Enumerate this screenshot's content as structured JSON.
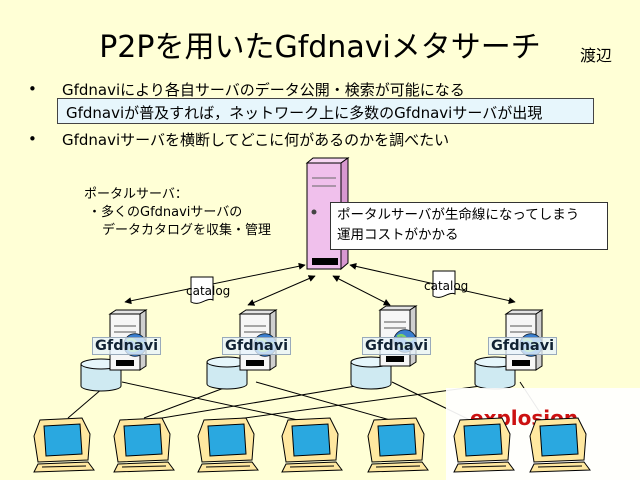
{
  "title": "P2Pを用いたGfdnaviメタサーチ",
  "author": "渡辺",
  "bullets": {
    "symbol": "•",
    "item1": "Gfdnaviにより各自サーバのデータ公開・検索が可能になる",
    "highlight": "Gfdnaviが普及すれば，ネットワーク上に多数のGfdnaviサーバが出現",
    "item2": "Gfdnaviサーバを横断してどこに何があるのかを調べたい"
  },
  "portal_description": {
    "heading": "ポータルサーバ：",
    "line1": "・多くのGfdnaviサーバの",
    "line2": "データカタログを収集・管理"
  },
  "callout": {
    "line1": "ポータルサーバが生命線になってしまう",
    "line2": "運用コストがかかる"
  },
  "catalog_label": "catalog",
  "gfdnavi_label": "Gfdnavi",
  "logo_text": "explosion",
  "colors": {
    "background": "#ffffd6",
    "highlight_box": "#e7f6fc",
    "portal_server": "#f0c0ec",
    "gfdnavi_server": "#f6f6f6",
    "database": "#cfeaf2",
    "monitor_screen": "#2aa8e0",
    "computer_body": "#ffe8a0",
    "logo_text": "#cc1111"
  },
  "icons": {
    "portal": "server-tower-icon",
    "gfdnavi": "server-with-globe-icon",
    "database": "database-cylinder-icon",
    "client": "desktop-computer-icon",
    "catalog": "document-icon"
  }
}
